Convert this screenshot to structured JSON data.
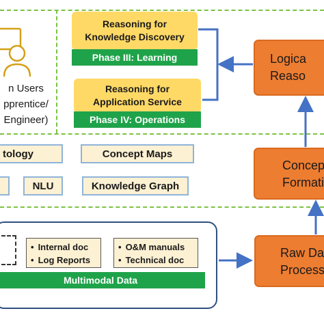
{
  "users": {
    "line1": "n Users",
    "line2": "pprentice/",
    "line3": " Engineer)"
  },
  "phase3": {
    "title_line1": "Reasoning for",
    "title_line2": "Knowledge Discovery",
    "label": "Phase III:   Learning"
  },
  "phase4": {
    "title_line1": "Reasoning for",
    "title_line2": "Application Service",
    "label": "Phase IV:  Operations"
  },
  "knowledge": {
    "ontology": "tology",
    "concept_maps": "Concept Maps",
    "nlu": "NLU",
    "knowledge_graph": "Knowledge Graph"
  },
  "data_sources": {
    "doc_group1": [
      "Internal doc",
      "Log Reports"
    ],
    "doc_group2": [
      "O&M manuals",
      "Technical doc"
    ],
    "multimodal_label": "Multimodal Data"
  },
  "pipeline": {
    "logical_line1": "Logica",
    "logical_line2": "Reaso",
    "concept_line1": "Concep",
    "concept_line2": "Formati",
    "raw_line1": "Raw Da",
    "raw_line2": "Process"
  },
  "colors": {
    "yellow": "#ffd966",
    "green": "#1fa34a",
    "orange": "#ed7d31",
    "pale": "#fdf1d3",
    "arrow_blue": "#4472c4",
    "dash_green": "#7cc242"
  }
}
